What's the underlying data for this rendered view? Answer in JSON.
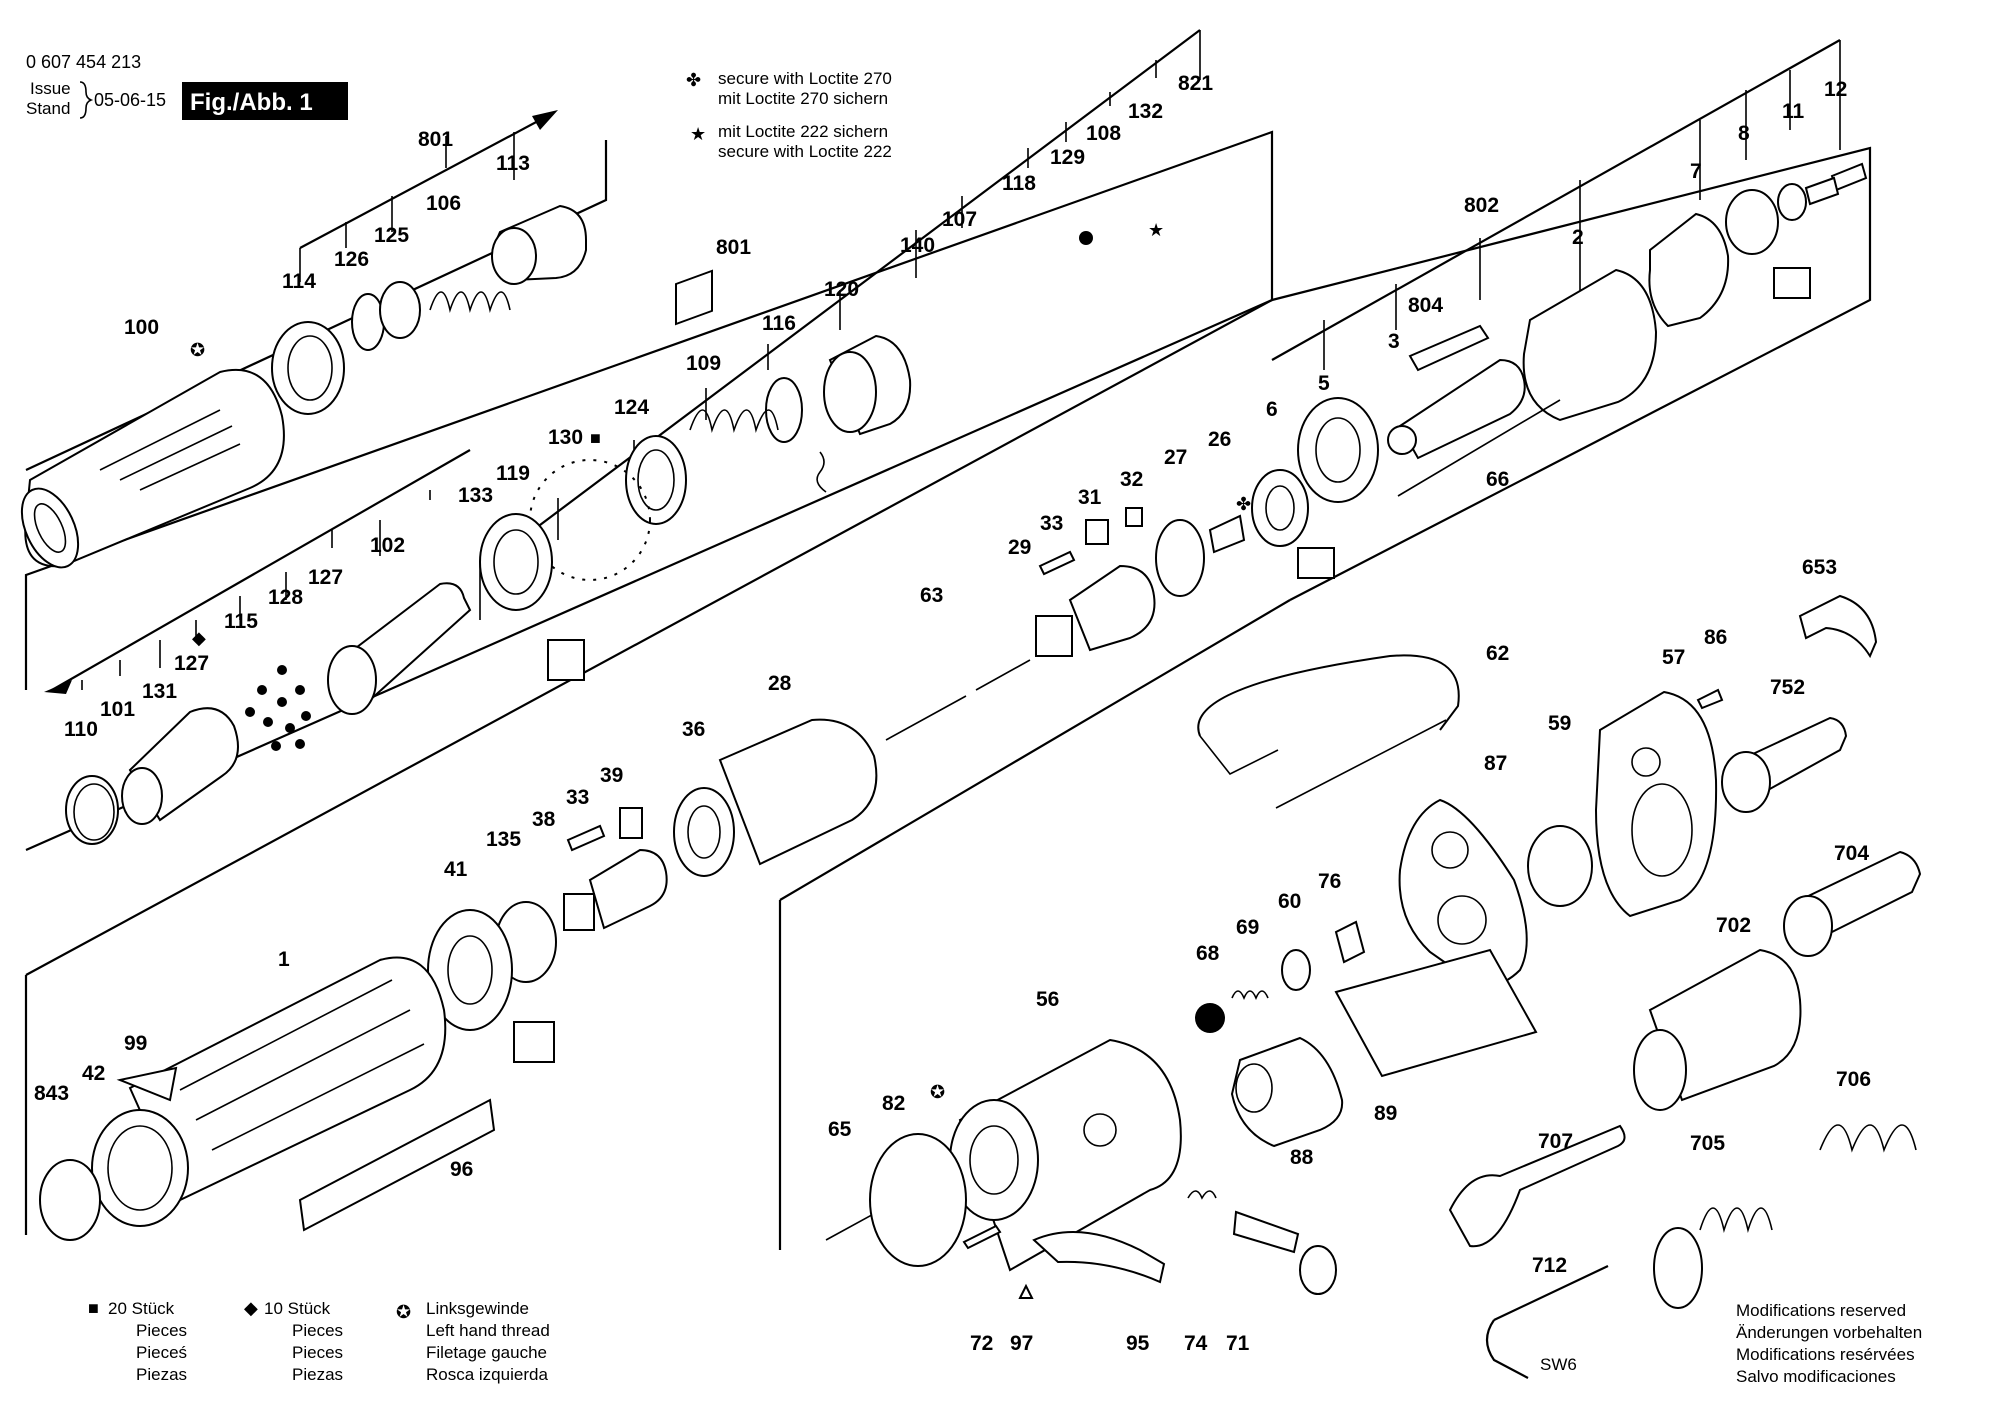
{
  "header": {
    "part_number": "0 607 454 213",
    "issue_label": "Issue",
    "stand_label": "Stand",
    "date": "05-06-15",
    "figure": "Fig./Abb. 1"
  },
  "notes": {
    "loctite270_en": "secure with Loctite 270",
    "loctite270_de": "mit Loctite 270 sichern",
    "loctite222_de": "mit Loctite 222 sichern",
    "loctite222_en": "secure with Loctite 222"
  },
  "legend": {
    "square": [
      "20 Stück",
      "Pieces",
      "Pieceś",
      "Piezas"
    ],
    "diamond": [
      "10 Stück",
      "Pieces",
      "Pieces",
      "Piezas"
    ],
    "left_thread": [
      "Linksgewinde",
      "Left hand thread",
      "Filetage gauche",
      "Rosca izquierda"
    ]
  },
  "footer": {
    "modifications": [
      "Modifications reserved",
      "Änderungen vorbehalten",
      "Modifications resérvées",
      "Salvo modificaciones"
    ],
    "sw": "SW6"
  },
  "callouts": {
    "c0607": "0 607 454 213",
    "c100": "100",
    "c801a": "801",
    "c114": "114",
    "c126": "126",
    "c125": "125",
    "c106": "106",
    "c113": "113",
    "c801b": "801",
    "c821": "821",
    "c132": "132",
    "c108": "108",
    "c129": "129",
    "c118": "118",
    "c107": "107",
    "c140": "140",
    "c120": "120",
    "c116": "116",
    "c109": "109",
    "c124": "124",
    "c130": "130",
    "c119": "119",
    "c133": "133",
    "c102": "102",
    "c127a": "127",
    "c128": "128",
    "c115": "115",
    "c127b": "127",
    "c131": "131",
    "c101": "101",
    "c110": "110",
    "c802": "802",
    "c12": "12",
    "c11": "11",
    "c8": "8",
    "c7": "7",
    "c2": "2",
    "c804": "804",
    "c3": "3",
    "c5": "5",
    "c6": "6",
    "c66": "66",
    "c26": "26",
    "c27": "27",
    "c32": "32",
    "c31": "31",
    "c33a": "33",
    "c29": "29",
    "c63": "63",
    "c28": "28",
    "c36": "36",
    "c39": "39",
    "c33b": "33",
    "c38": "38",
    "c41": "41",
    "c135": "135",
    "c1": "1",
    "c99": "99",
    "c42": "42",
    "c843": "843",
    "c96": "96",
    "c653": "653",
    "c86": "86",
    "c57": "57",
    "c752": "752",
    "c62": "62",
    "c87": "87",
    "c59": "59",
    "c704": "704",
    "c702": "702",
    "c76": "76",
    "c60": "60",
    "c69": "69",
    "c68": "68",
    "c56": "56",
    "c89": "89",
    "c88": "88",
    "c706": "706",
    "c707": "707",
    "c705": "705",
    "c712": "712",
    "c65": "65",
    "c82": "82",
    "c72": "72",
    "c97": "97",
    "c95": "95",
    "c74": "74",
    "c71": "71"
  }
}
